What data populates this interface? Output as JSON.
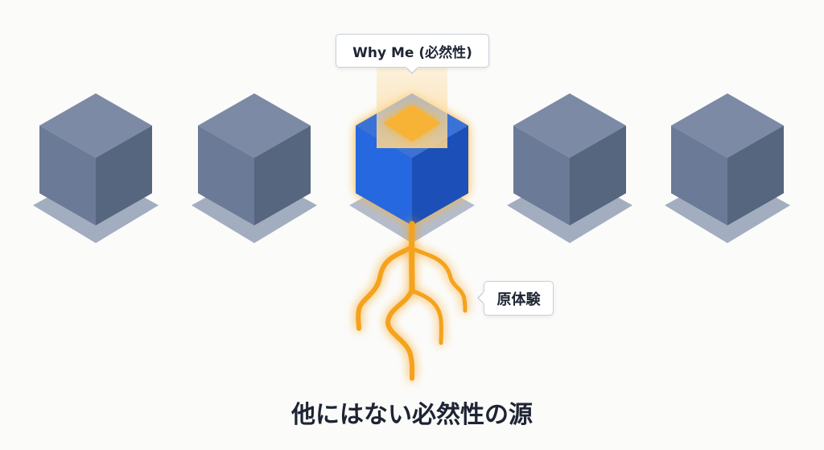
{
  "callouts": {
    "why_me": "Why Me (必然性)",
    "origin": "原体験"
  },
  "title": "他にはない必然性の源",
  "colors": {
    "gray_cube_top": "#7c8aa6",
    "gray_cube_left": "#6b7a96",
    "gray_cube_right": "#56667f",
    "blue_cube_left": "#2668e0",
    "blue_cube_right": "#1d4fb8",
    "highlight": "#f5a623",
    "text": "#1e2433"
  }
}
